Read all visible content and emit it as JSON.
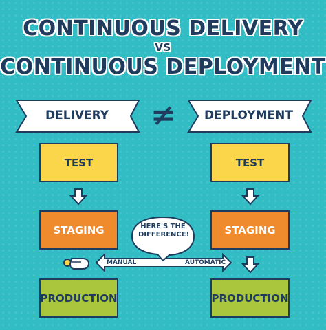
{
  "title": {
    "line1": "CONTINUOUS DELIVERY",
    "vs": "VS",
    "line2": "CONTINUOUS DEPLOYMENT"
  },
  "delivery": {
    "label": "DELIVERY",
    "steps": [
      "TEST",
      "STAGING",
      "PRODUCTION"
    ]
  },
  "not_equal": "≠",
  "deployment": {
    "label": "DEPLOYMENT",
    "steps": [
      "TEST",
      "STAGING",
      "PRODUCTION"
    ]
  },
  "callout": "HERE'S THE DIFFERENCE!",
  "manual_label": "MANUAL",
  "automatic_label": "AUTOMATIC",
  "colors": {
    "background": "#32bcc4",
    "navy": "#1f3c5e",
    "test": "#fbd54a",
    "staging": "#f08b2d",
    "production": "#a9c63c"
  }
}
